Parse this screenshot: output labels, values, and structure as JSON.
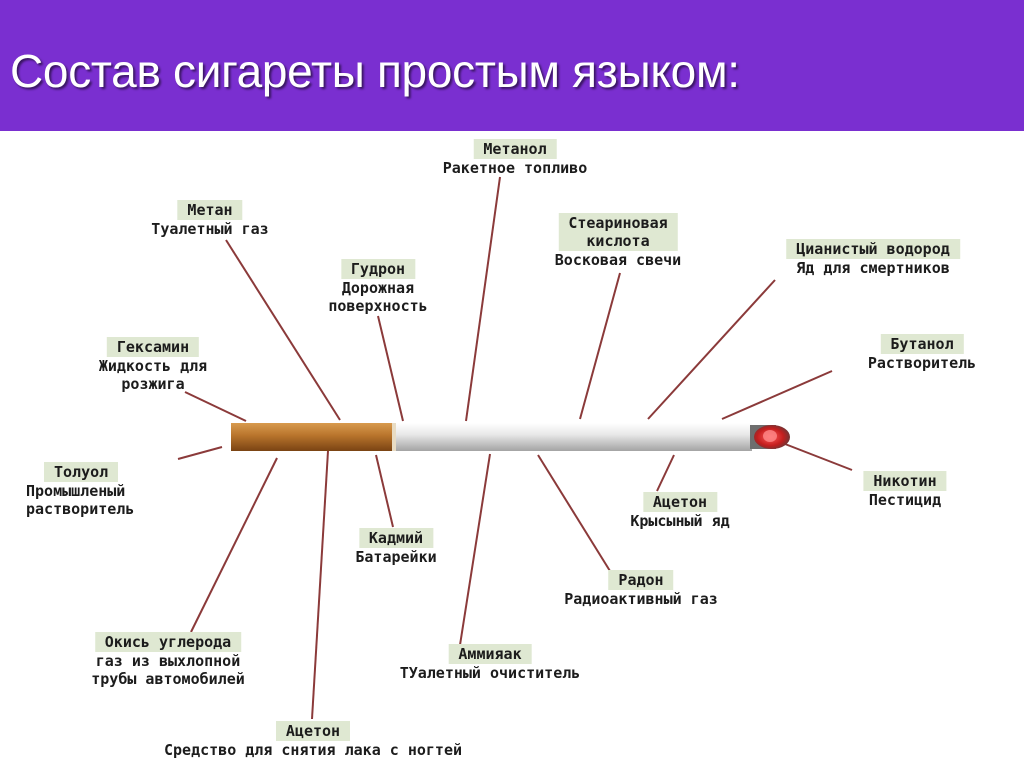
{
  "title": "Состав сигареты простым языком:",
  "colors": {
    "header_bg": "#7a2fd0",
    "title_text": "#ffffff",
    "name_box": "#dfe8d2",
    "connector": "#8b3a3a",
    "filter": "#b26a20",
    "paper": "#e8e8e8"
  },
  "components": [
    {
      "name": "Метанол",
      "desc": "Ракетное топливо"
    },
    {
      "name": "Метан",
      "desc": "Туалетный газ"
    },
    {
      "name": "Гудрон",
      "desc": "Дорожная\nповерхность"
    },
    {
      "name": "Стеариновая\nкислота",
      "desc": "Восковая свечи"
    },
    {
      "name": "Цианистый водород",
      "desc": "Яд для смертников"
    },
    {
      "name": "Гексамин",
      "desc": "Жидкость для\nрозжига"
    },
    {
      "name": "Бутанол",
      "desc": "Растворитель"
    },
    {
      "name": "Толуол",
      "desc": "Промышленый\nрастворитель"
    },
    {
      "name": "Никотин",
      "desc": "Пестицид"
    },
    {
      "name": "Ацетон",
      "desc": "Крысыный яд"
    },
    {
      "name": "Кадмий",
      "desc": "Батарейки"
    },
    {
      "name": "Радон",
      "desc": "Радиоактивный газ"
    },
    {
      "name": "Окись углерода",
      "desc": "газ из выхлопной\nтрубы автомобилей"
    },
    {
      "name": "Аммияак",
      "desc": "ТУалетный очиститель"
    },
    {
      "name": "Ацетон",
      "desc": "Средство для снятия лака с ногтей"
    }
  ]
}
